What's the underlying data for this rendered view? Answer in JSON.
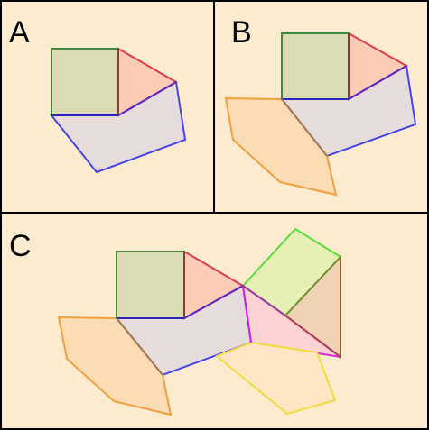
{
  "panels": [
    {
      "id": "A",
      "label": "A"
    },
    {
      "id": "B",
      "label": "B"
    },
    {
      "id": "C",
      "label": "C"
    }
  ],
  "colors": {
    "background": "#fdebd0",
    "frame": "#000000",
    "green_outline": "#3c8c3c",
    "green_fill": "#dcdcb4",
    "red_outline": "#dc3c50",
    "red_fill": "#fccdb4",
    "blue_outline": "#4646e6",
    "blue_fill": "#e6dcdc",
    "orange_outline": "#f0a03c",
    "orange_fill": "#fcdcb4",
    "lime_outline": "#5adc3c",
    "lime_fill": "#e6f0b4",
    "olive_outline": "#8c6428",
    "olive_fill": "#f0d2b4",
    "magenta_outline": "#dc28dc",
    "pink_fill": "#fcd2d2",
    "yellow_outline": "#f0dc3c",
    "yellow_fill": "#fde6c3"
  }
}
